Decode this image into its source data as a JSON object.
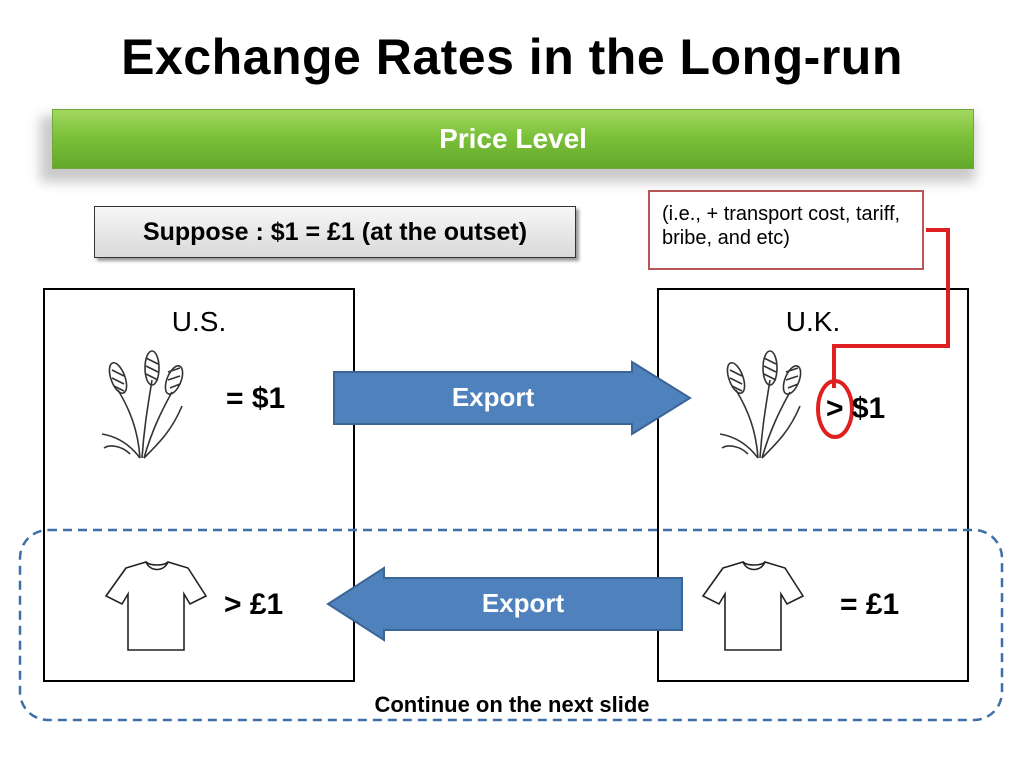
{
  "slide": {
    "title": "Exchange Rates in the Long-run",
    "banner": "Price Level",
    "suppose": "Suppose : $1 = £1 (at the outset)",
    "note": "(i.e., + transport cost, tariff, bribe, and etc)",
    "footer": "Continue on the next slide"
  },
  "countries": {
    "us": {
      "label": "U.S.",
      "wheat_price": "= $1",
      "shirt_price": "> £1"
    },
    "uk": {
      "label": "U.K.",
      "wheat_price": "> $1",
      "shirt_price": "= £1"
    }
  },
  "arrows": {
    "top": {
      "label": "Export",
      "direction": "right"
    },
    "bottom": {
      "label": "Export",
      "direction": "left"
    }
  },
  "colors": {
    "banner_green": "#7cc13a",
    "arrow_blue": "#4f81bd",
    "highlight_red": "#e02020",
    "dashed_blue": "#3d6fa8"
  },
  "icons": [
    "wheat-icon",
    "t-shirt-icon"
  ]
}
